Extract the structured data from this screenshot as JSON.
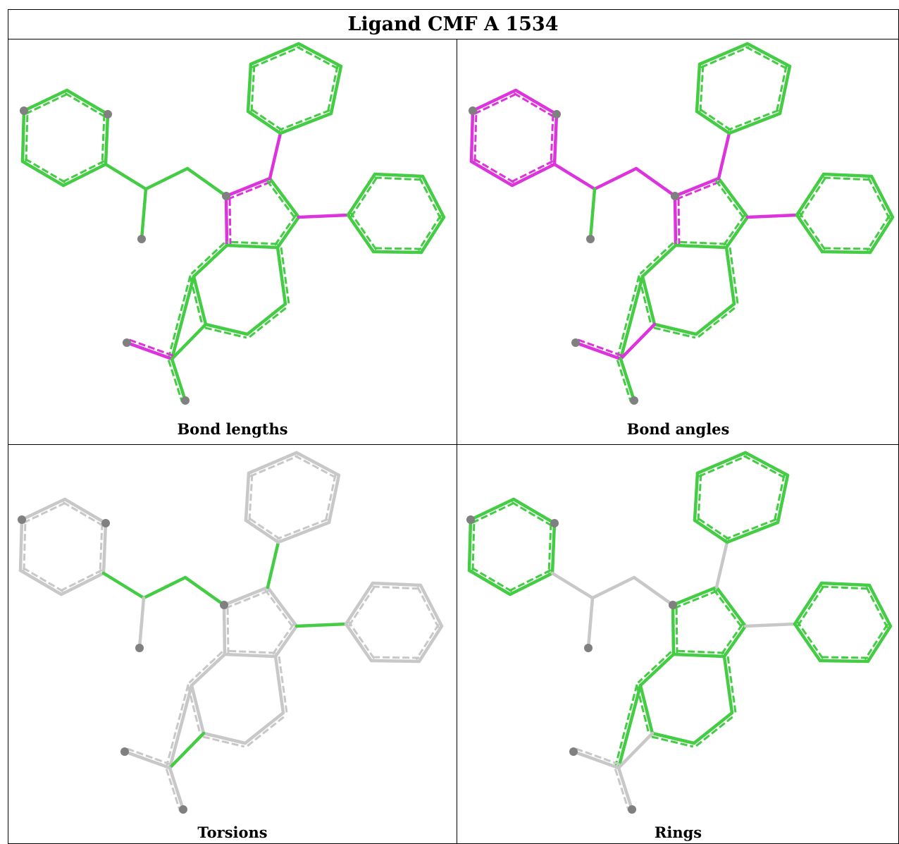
{
  "title": "Ligand CMF A 1534",
  "panels": [
    {
      "caption": "Bond lengths",
      "colors": {
        "ring_left": "#44cc44",
        "bridge": "#44cc44",
        "methyl": "#44cc44",
        "ring_top": "#44cc44",
        "top_link": "#dd33dd",
        "ring_right": "#44cc44",
        "right_link": "#dd33dd",
        "ring5": "#44cc44",
        "ring5_n": "#dd33dd",
        "ring6": "#44cc44",
        "ester_link": "#44cc44",
        "ester_o1": "#dd33dd",
        "ester_o2": "#44cc44"
      }
    },
    {
      "caption": "Bond angles",
      "colors": {
        "ring_left": "#dd33dd",
        "bridge": "#dd33dd",
        "methyl": "#44cc44",
        "ring_top": "#44cc44",
        "top_link": "#dd33dd",
        "ring_right": "#44cc44",
        "right_link": "#dd33dd",
        "ring5": "#44cc44",
        "ring5_n": "#dd33dd",
        "ring6": "#44cc44",
        "ester_link": "#dd33dd",
        "ester_o1": "#dd33dd",
        "ester_o2": "#44cc44"
      }
    },
    {
      "caption": "Torsions",
      "colors": {
        "ring_left": "#c8c8c8",
        "bridge": "#44cc44",
        "methyl": "#c8c8c8",
        "ring_top": "#c8c8c8",
        "top_link": "#44cc44",
        "ring_right": "#c8c8c8",
        "right_link": "#44cc44",
        "ring5": "#c8c8c8",
        "ring5_n": "#c8c8c8",
        "ring6": "#c8c8c8",
        "ester_link": "#44cc44",
        "ester_o1": "#c8c8c8",
        "ester_o2": "#c8c8c8"
      }
    },
    {
      "caption": "Rings",
      "colors": {
        "ring_left": "#44cc44",
        "bridge": "#c8c8c8",
        "methyl": "#c8c8c8",
        "ring_top": "#44cc44",
        "top_link": "#c8c8c8",
        "ring_right": "#44cc44",
        "right_link": "#c8c8c8",
        "ring5": "#44cc44",
        "ring5_n": "#44cc44",
        "ring6": "#44cc44",
        "ester_link": "#c8c8c8",
        "ester_o1": "#c8c8c8",
        "ester_o2": "#c8c8c8"
      }
    }
  ]
}
